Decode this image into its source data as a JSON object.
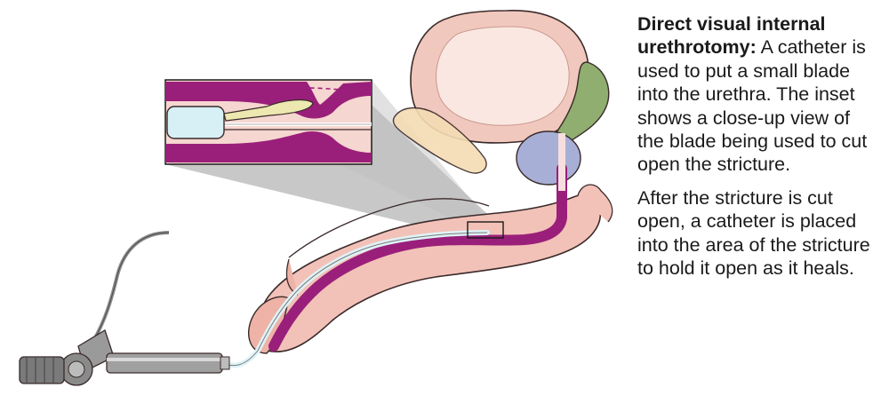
{
  "caption": {
    "p1_bold": "Direct visual internal urethrotomy:",
    "p1_text": " A catheter is used to put a small blade into the urethra. The inset shows a close-up view of the blade being used to cut open the stricture.",
    "p2_text": "After the stricture is cut open, a catheter is placed into the area of the stricture to hold it open as it heals."
  },
  "colors": {
    "skin": "#f2c2b8",
    "skin_outline": "#3a2a2a",
    "tissue_magenta": "#9a1f7a",
    "bladder": "#f1c8bd",
    "bladder_inner": "#fbe7e1",
    "seminal_vesicle": "#8fae6f",
    "prostate": "#a7afd6",
    "pubic_bone": "#f4dcb4",
    "blade": "#ece8b0",
    "scope_tip": "#d6f0f5",
    "instrument_gray": "#8c8c8c"
  },
  "icons": [
    "endoscope-instrument",
    "blade-icon",
    "inset-magnifier"
  ]
}
